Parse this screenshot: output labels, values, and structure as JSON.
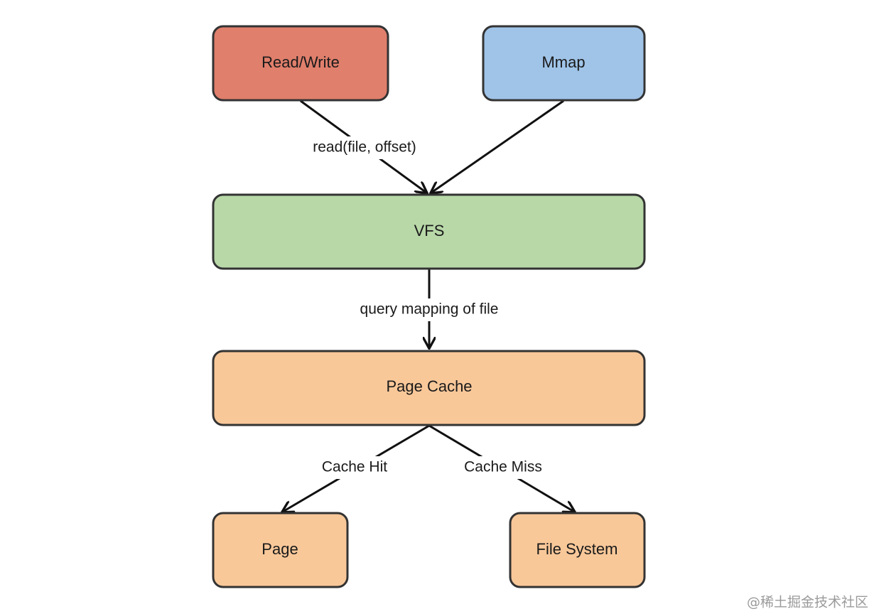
{
  "nodes": {
    "read_write": {
      "label": "Read/Write",
      "color": "#e07f6c"
    },
    "mmap": {
      "label": "Mmap",
      "color": "#a0c4e8"
    },
    "vfs": {
      "label": "VFS",
      "color": "#b8d8a8"
    },
    "page_cache": {
      "label": "Page Cache",
      "color": "#f9c899"
    },
    "page": {
      "label": "Page",
      "color": "#f9c899"
    },
    "file_system": {
      "label": "File System",
      "color": "#f9c899"
    }
  },
  "edges": [
    {
      "from": "read_write",
      "to": "vfs",
      "label": "read(file, offset)"
    },
    {
      "from": "mmap",
      "to": "vfs",
      "label": ""
    },
    {
      "from": "vfs",
      "to": "page_cache",
      "label": "query mapping of file"
    },
    {
      "from": "page_cache",
      "to": "page",
      "label": "Cache Hit"
    },
    {
      "from": "page_cache",
      "to": "file_system",
      "label": "Cache Miss"
    }
  ],
  "watermark": "@稀土掘金技术社区"
}
